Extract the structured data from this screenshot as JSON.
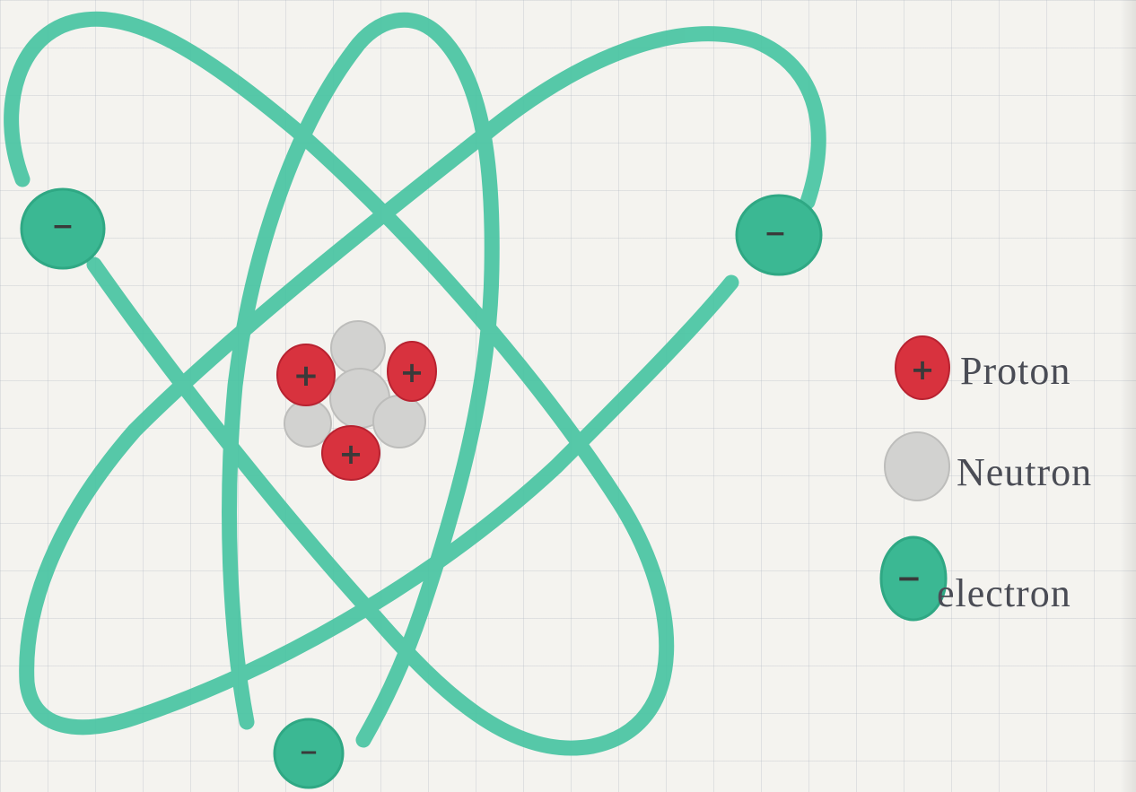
{
  "colors": {
    "orbit": "#45c4a1",
    "electron": "#3bb893",
    "proton": "#d8323e",
    "neutron": "#d2d2d0",
    "paper": "#f4f3ef",
    "ink": "#3a3a3a"
  },
  "signs": {
    "proton": "+",
    "electron": "−"
  },
  "legend": {
    "proton": {
      "label": "Proton"
    },
    "neutron": {
      "label": "Neutron"
    },
    "electron": {
      "label": "electron"
    }
  }
}
